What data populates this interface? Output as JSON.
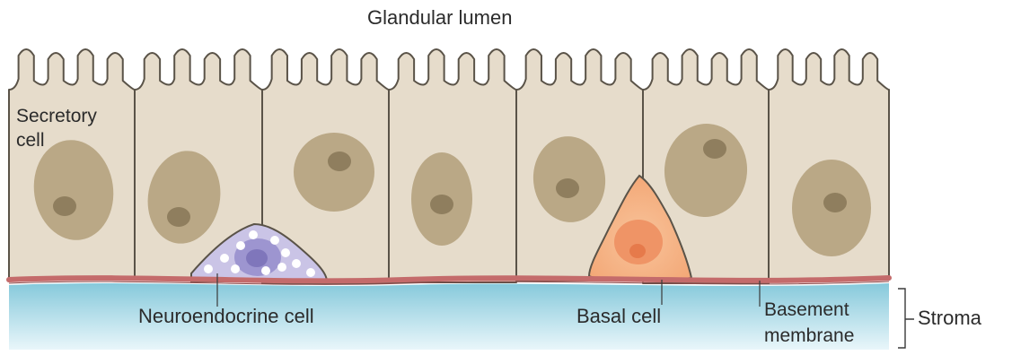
{
  "labels": {
    "lumen": "Glandular lumen",
    "secretory_line1": "Secretory",
    "secretory_line2": "cell",
    "neuroendocrine": "Neuroendocrine cell",
    "basal": "Basal cell",
    "basement_line1": "Basement",
    "basement_line2": "membrane",
    "stroma": "Stroma"
  },
  "colors": {
    "secretory_fill": "#e6dccb",
    "secretory_outline": "#5a5348",
    "secretory_nucleus": "#baa886",
    "nucleolus": "#8f7e5e",
    "neuroendocrine_fill": "#cac4e6",
    "neuroendocrine_nucleus": "#8c83c4",
    "granules": "#ffffff",
    "basal_fill": "#f6b98d",
    "basal_nucleus": "#ef9466",
    "basement_membrane": "#c46b6b",
    "stroma": "#a6d8e5"
  }
}
